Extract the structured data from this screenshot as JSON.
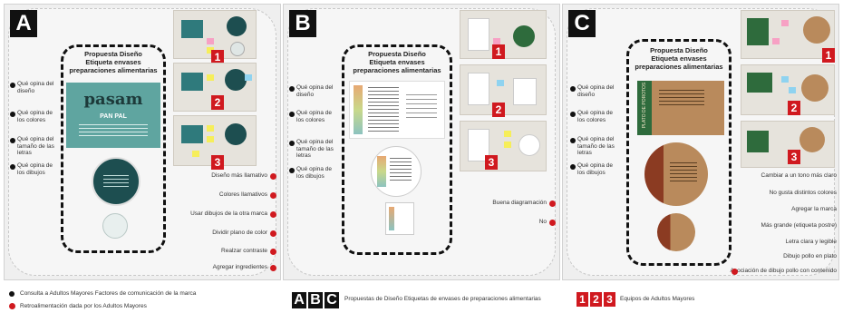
{
  "panels": {
    "a": {
      "letter": "A",
      "proposal_title": "Propuesta Diseño",
      "proposal_subtitle": "Etiqueta envases preparaciones alimentarias",
      "brand_logo": "pasam",
      "brand_name": "PAN PAL",
      "photo_badges": [
        "1",
        "2",
        "3"
      ],
      "feedback": [
        "Diseño más llamativo",
        "Colores llamativos",
        "Usar dibujos de la otra marca",
        "Dividir plano de color",
        "Realzar contraste",
        "Agregar ingredientes"
      ]
    },
    "b": {
      "letter": "B",
      "proposal_title": "Propuesta Diseño",
      "proposal_subtitle": "Etiqueta envases preparaciones alimentarias",
      "photo_badges": [
        "1",
        "2",
        "3"
      ],
      "feedback": [
        "Buena diagramación",
        "No"
      ]
    },
    "c": {
      "letter": "C",
      "proposal_title": "Propuesta Diseño",
      "proposal_subtitle": "Etiqueta envases preparaciones alimentarias",
      "label_text": "PLATO DE POROTOS",
      "photo_badges": [
        "1",
        "2",
        "3"
      ],
      "feedback": [
        "Cambiar a un tono más claro",
        "No gusta distintos colores",
        "Agregar la marca",
        "Más grande (etiqueta postre)",
        "Letra clara y legible",
        "Dibujo pollo en plato",
        "Asociación de dibujo pollo con contenido"
      ]
    }
  },
  "questions": [
    "Qué opina del diseño",
    "Qué opina de los colores",
    "Qué opina del tamaño de las letras",
    "Qué opina de los dibujos"
  ],
  "legend": {
    "black_dot": "Consulta a Adultos Mayores Factores de comunicación de la marca",
    "red_dot": "Retroalimentación dada por los Adultos Mayores",
    "abc_letters": [
      "A",
      "B",
      "C"
    ],
    "abc_text": "Propuestas de Diseño Etiquetas de envases de preparaciones alimentarias",
    "numbers": [
      "1",
      "2",
      "3"
    ],
    "numbers_text": "Equipos de Adultos Mayores"
  },
  "colors": {
    "red": "#d0191f",
    "black": "#111111",
    "teal": "#2f7a7c",
    "dark_teal": "#1d4e50",
    "green_label": "#2e6b3c",
    "kraft": "#b98a5c",
    "rust": "#8b3b22"
  }
}
